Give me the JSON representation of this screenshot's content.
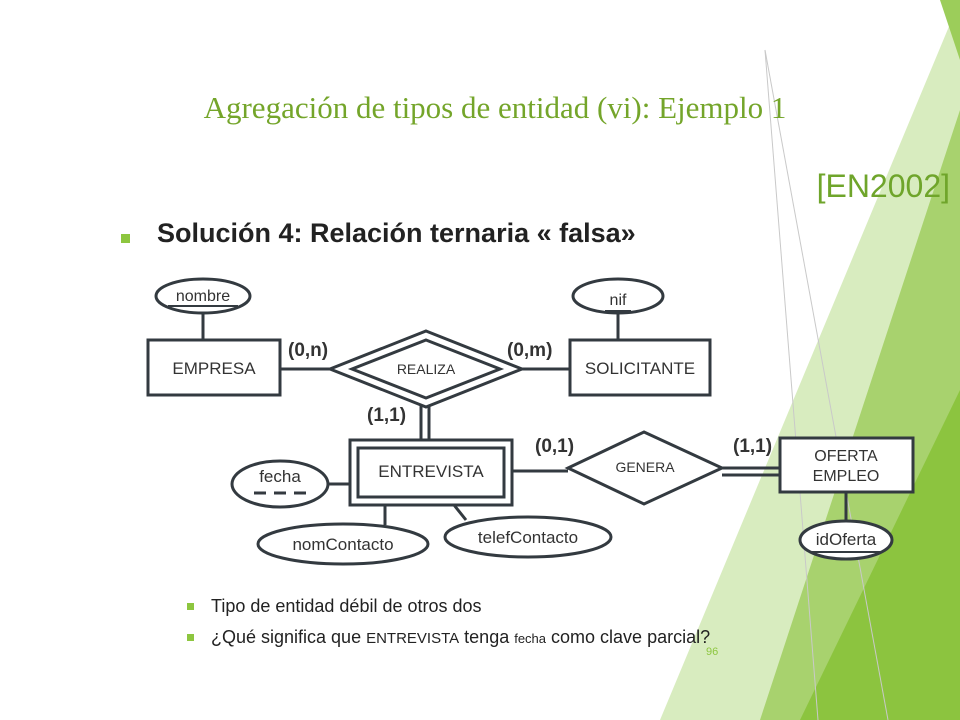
{
  "slide": {
    "title": "Agregación de tipos de entidad (vi): Ejemplo 1",
    "reference": "[EN2002]",
    "heading": "Solución 4: Relación ternaria « falsa»",
    "page_number": "96",
    "colors": {
      "accent": "#8dc63f",
      "title": "#74a52a",
      "diagram": "#333a40"
    }
  },
  "diagram": {
    "entities": {
      "empresa": "EMPRESA",
      "solicitante": "SOLICITANTE",
      "entrevista": "ENTREVISTA",
      "oferta_line1": "OFERTA",
      "oferta_line2": "EMPLEO"
    },
    "relationships": {
      "realiza": "REALIZA",
      "genera": "GENERA"
    },
    "attributes": {
      "nombre": "nombre",
      "nif": "nif",
      "fecha": "fecha",
      "nomContacto": "nomContacto",
      "telefContacto": "telefContacto",
      "idOferta": "idOferta"
    },
    "cardinalities": {
      "empresa_realiza": "(0,n)",
      "solicitante_realiza": "(0,m)",
      "entrevista_realiza": "(1,1)",
      "entrevista_genera": "(0,1)",
      "oferta_genera": "(1,1)"
    }
  },
  "notes": {
    "item1": "Tipo de entidad débil de otros dos",
    "item2_a": "¿Qué significa que ",
    "item2_b": "ENTREVISTA",
    "item2_c": " tenga ",
    "item2_d": "fecha",
    "item2_e": " como clave parcial?"
  }
}
